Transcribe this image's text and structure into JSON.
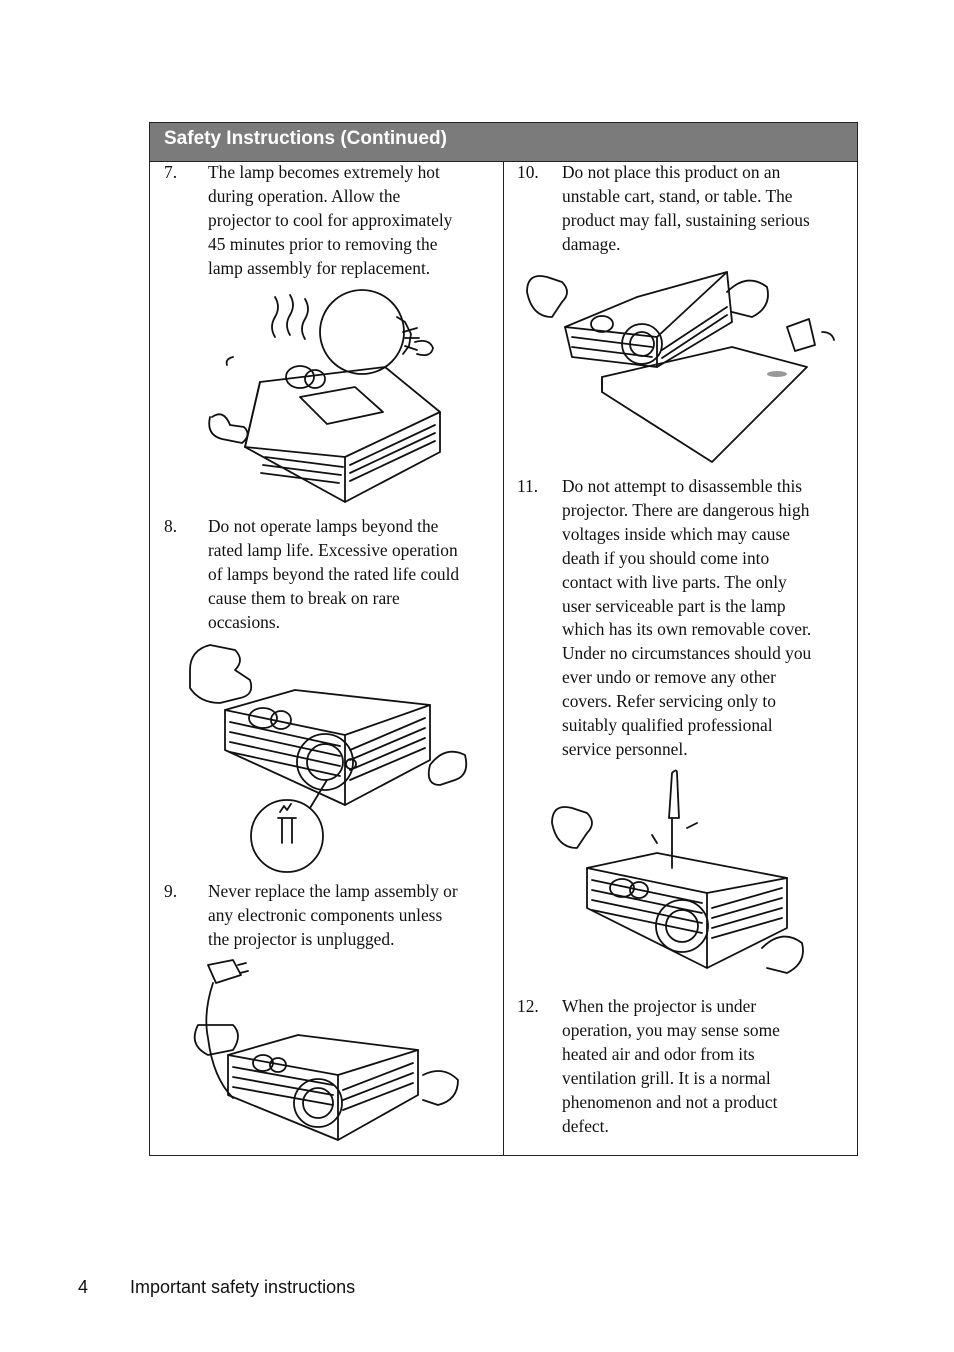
{
  "header": {
    "title": "Safety Instructions (Continued)"
  },
  "items": [
    {
      "number": "7.",
      "text": "The lamp becomes extremely hot\nduring operation. Allow the\nprojector to cool for approximately\n45 minutes prior to removing the\nlamp assembly for replacement."
    },
    {
      "number": "8.",
      "text": "Do not operate lamps beyond the\nrated lamp life. Excessive operation\nof lamps beyond the rated life could\ncause them to break on rare\noccasions."
    },
    {
      "number": "9.",
      "text": "Never replace the lamp assembly or\nany electronic components unless\nthe projector is unplugged."
    },
    {
      "number": "10.",
      "text": "Do not place this product on an\nunstable cart, stand, or table. The\nproduct may fall, sustaining serious\ndamage."
    },
    {
      "number": "11.",
      "text": "Do not attempt to disassemble this\nprojector. There are dangerous high\nvoltages inside which may cause\ndeath if you should come into\ncontact with live parts. The only\nuser serviceable part is the lamp\nwhich has its own removable cover.\nUnder no circumstances should you\never undo or remove any other\ncovers. Refer servicing only to\nsuitably qualified professional\nservice personnel."
    },
    {
      "number": "12.",
      "text": "When the projector is under\noperation, you may sense some\nheated air and odor from its\nventilation grill. It is a normal\nphenomenon and not a product\ndefect."
    }
  ],
  "illustrations": {
    "hot_lamp": "projector-hot-lamp-icon",
    "lamp_life": "projector-broken-lamp-icon",
    "unplug": "projector-unplugged-icon",
    "unstable": "projector-falling-icon",
    "disassemble": "projector-screwdriver-icon"
  },
  "footer": {
    "page_number": "4",
    "section_title": "Important safety instructions"
  }
}
